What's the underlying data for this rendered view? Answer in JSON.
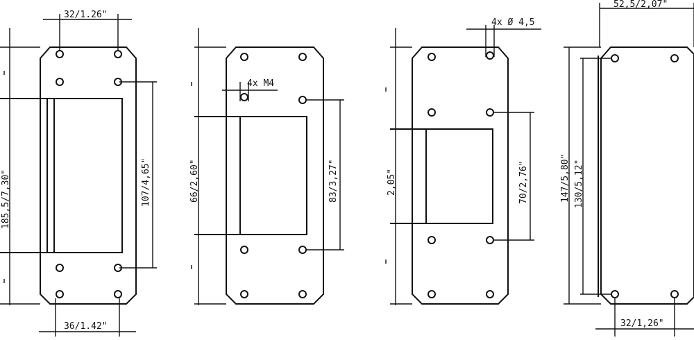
{
  "plates": [
    {
      "id": "plate-1",
      "dims": {
        "top_width": "32/1.26\"",
        "bottom_width": "36/1.42\"",
        "overall_height": "185,5/7,30\"",
        "hole_spacing": "107/4,65\""
      }
    },
    {
      "id": "plate-2",
      "dims": {
        "thread_note": "4x M4",
        "overall_height": "66/2,60\"",
        "hole_spacing": "83/3,27\""
      }
    },
    {
      "id": "plate-3",
      "dims": {
        "hole_note": "4x Ø 4,5",
        "overall_height": "2,05\"",
        "hole_spacing": "70/2,76\""
      }
    },
    {
      "id": "plate-4",
      "dims": {
        "top_width": "52,5/2,07\"",
        "bottom_width": "32/1,26\"",
        "overall_height": "147/5,80\"",
        "hole_spacing": "130/5,12\""
      }
    }
  ],
  "colors": {
    "line": "#111111",
    "background": "#ffffff"
  }
}
